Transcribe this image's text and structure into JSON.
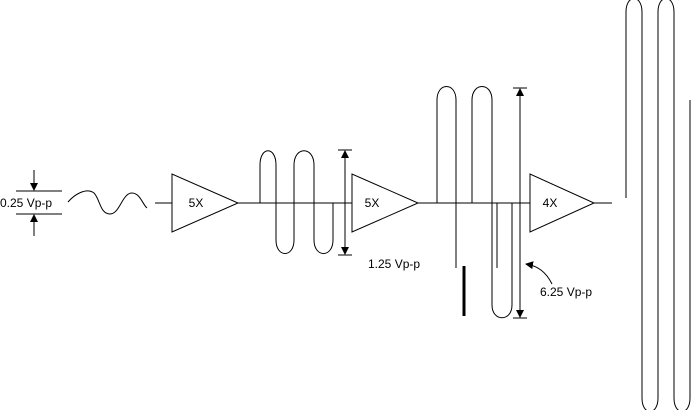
{
  "stages": [
    {
      "gain_label": "5X"
    },
    {
      "gain_label": "5X"
    },
    {
      "gain_label": "4X"
    }
  ],
  "signal_labels": {
    "input": "0.25 Vp-p",
    "after_stage_1": "1.25 Vp-p",
    "after_stage_2": "6.25 Vp-p"
  }
}
